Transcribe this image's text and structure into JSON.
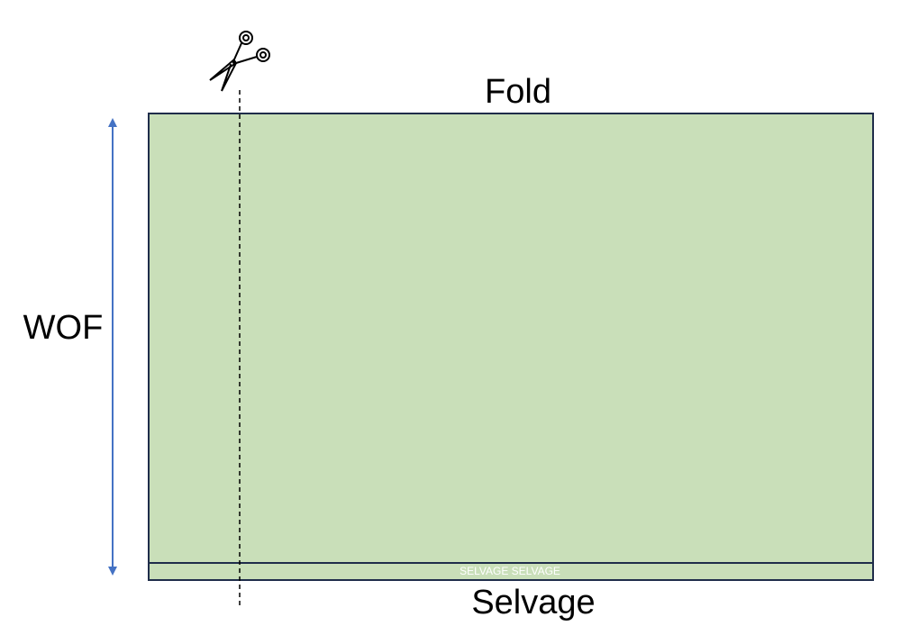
{
  "labels": {
    "fold": "Fold",
    "selvage": "Selvage",
    "wof": "WOF",
    "selvage_strip": "SELVAGE SELVAGE"
  },
  "icons": {
    "cut_marker": "scissors-icon"
  },
  "colors": {
    "fabric_fill": "#c9dfb9",
    "fabric_outline": "#1f2d4a",
    "measure_arrow": "#4472c4",
    "cut_line": "#000000"
  }
}
